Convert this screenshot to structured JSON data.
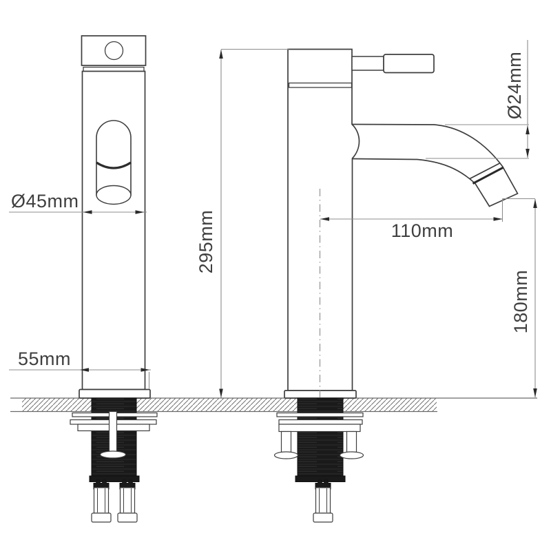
{
  "drawing": {
    "subject": "Tall single-lever basin mixer tap - dimensioned technical drawing",
    "views": [
      "front elevation",
      "side elevation"
    ],
    "background": "#ffffff",
    "line_color": "#3e3e3e",
    "dimension_line_color": "#8c8c8c",
    "black_fill": "#1a1a1a"
  },
  "dimensions": {
    "body_diameter": "Ø45mm",
    "base_width": "55mm",
    "overall_height": "295mm",
    "spout_diameter": "Ø24mm",
    "spout_reach": "110mm",
    "outlet_height": "180mm"
  }
}
